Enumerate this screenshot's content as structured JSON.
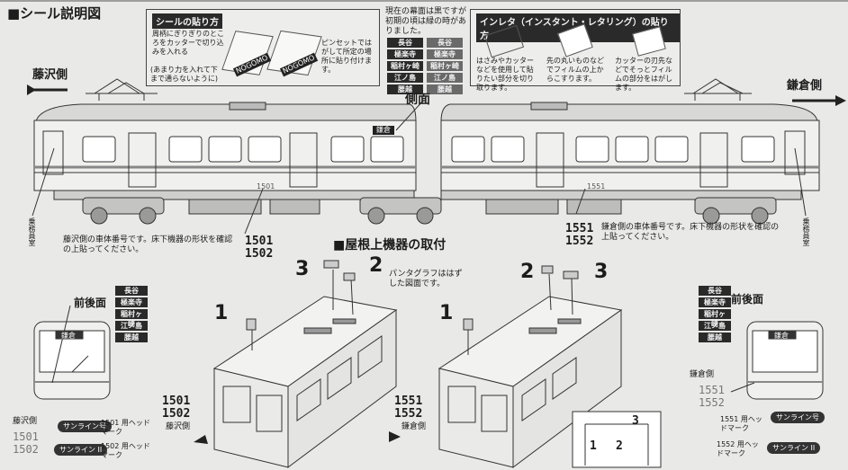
{
  "title": "■シール説明図",
  "box_seal": {
    "header": "シールの貼り方",
    "step1": "周柄にぎりぎりのところをカッターで切り込みを入れる",
    "step1_note": "(あまり力を入れて下まで通らないように)",
    "step2": "ピンセットではがして所定の場所に貼り付けます。",
    "sticker_text": "NOGOMO"
  },
  "dest_note": "現在の幕面は黒ですが初期の頃は緑の時がありました。",
  "dest_tags_black": [
    "長谷",
    "極楽寺",
    "稲村ヶ崎",
    "江ノ島",
    "腰越"
  ],
  "dest_tags_gray": [
    "長谷",
    "極楽寺",
    "稲村ヶ崎",
    "江ノ島",
    "腰越"
  ],
  "box_inletta": {
    "header": "インレタ（インスタント・レタリング）の貼り方",
    "step1": "はさみやカッターなどを使用して貼りたい部分を切り取ります。",
    "step2": "先の丸いものなどでフィルムの上からこすります。",
    "step3": "カッターの刃先などでそっとフィルムの部分をはがします。"
  },
  "labels": {
    "fujisawa_side": "藤沢側",
    "kamakura_side": "鎌倉側",
    "side_face": "側面",
    "front_face": "前後面",
    "roof_title": "■屋根上機器の取付",
    "pantograph_note": "パンタグラフははずした図面です。",
    "fujisawa_car_note": "藤沢側の車体番号です。床下機器の形状を確認の上貼ってください。",
    "kamakura_car_note": "鎌倉側の車体番号です。床下機器の形状を確認の上貼ってください。",
    "vertical_left": "乗務員室",
    "vertical_right": "乗務員室",
    "fujisawa_bottom": "藤沢側",
    "kamakura_bottom": "鎌倉側",
    "headmark_1501": "1501 用ヘッドマーク",
    "headmark_1502": "1502 用ヘッドマーク",
    "headmark_1551": "1551 用ヘッドマーク",
    "headmark_1552": "1552 用ヘッドマーク",
    "headmark_text": "サンライン号",
    "headmark_text2": "サンライン II",
    "dest_board": "鎌倉"
  },
  "numbers": {
    "n1501": "1501",
    "n1502": "1502",
    "n1551": "1551",
    "n1552": "1552",
    "car_plate_left": "1501",
    "car_plate_right": "1551"
  },
  "callouts": {
    "c1": "1",
    "c2": "2",
    "c3": "3"
  }
}
